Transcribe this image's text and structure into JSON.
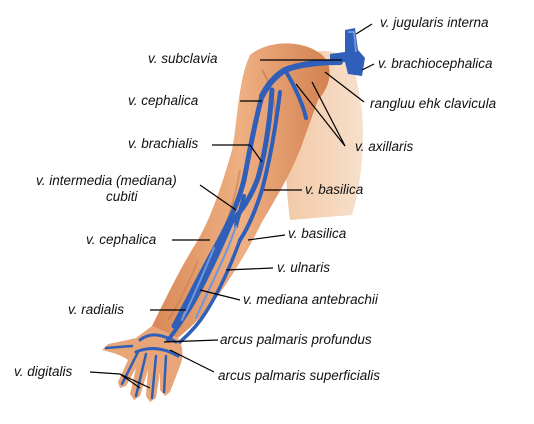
{
  "colors": {
    "vein": "#2f5fb8",
    "vein_light": "#6f95dd",
    "skin": "#e6a070",
    "skin_shadow": "#c97a4a",
    "background": "#ffffff"
  },
  "labels": {
    "jugularis_interna": "v. jugularis interna",
    "subclavia": "v. subclavia",
    "brachiocephalica": "v. brachiocephalica",
    "cephalica_upper": "v. cephalica",
    "clavicula": "rangluu ehk clavicula",
    "brachialis": "v. brachialis",
    "axillaris": "v. axillaris",
    "intermedia_line1": "v. intermedia (mediana)",
    "intermedia_line2": "cubiti",
    "basilica_upper": "v. basilica",
    "cephalica_lower": "v. cephalica",
    "basilica_lower": "v. basilica",
    "ulnaris": "v. ulnaris",
    "mediana_antebrachii": "v. mediana antebrachii",
    "radialis": "v. radialis",
    "arcus_profundus": "arcus palmaris profundus",
    "digitalis": "v. digitalis",
    "arcus_superficialis": "arcus palmaris superficialis"
  }
}
